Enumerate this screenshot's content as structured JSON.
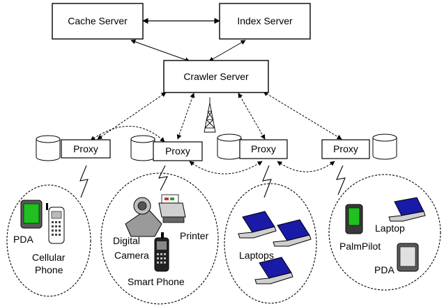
{
  "servers": {
    "cache": "Cache Server",
    "index": "Index Server",
    "crawler": "Crawler Server"
  },
  "proxies": [
    "Proxy",
    "Proxy",
    "Proxy",
    "Proxy"
  ],
  "cells": {
    "cell1": {
      "pda": "PDA",
      "phone_line1": "Cellular",
      "phone_line2": "Phone"
    },
    "cell2": {
      "camera_line1": "Digital",
      "camera_line2": "Camera",
      "printer": "Printer",
      "smart_phone": "Smart Phone"
    },
    "cell3": {
      "laptops": "Laptops"
    },
    "cell4": {
      "laptop": "Laptop",
      "palmpilot": "PalmPilot",
      "pda": "PDA"
    }
  },
  "colors": {
    "screen_green": "#1fc01f",
    "laptop_screen": "#1a1aa8",
    "camera_gray": "#9a9a9a",
    "printer_accent": "#d43030"
  }
}
